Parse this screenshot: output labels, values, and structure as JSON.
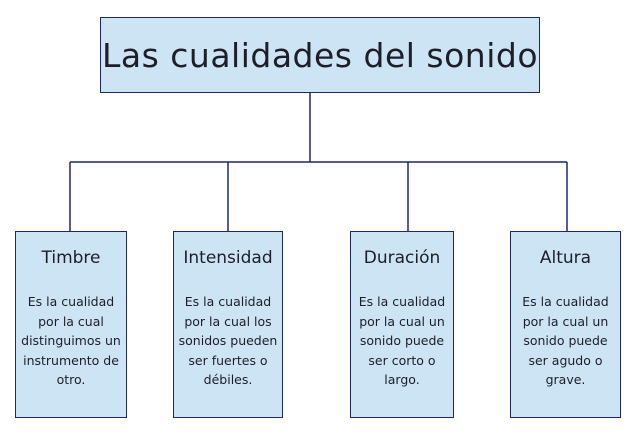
{
  "title": "Las cualidades del sonido",
  "qualities": [
    {
      "name": "Timbre",
      "description": "Es la cualidad por la cual distinguimos un instrumento de otro."
    },
    {
      "name": "Intensidad",
      "description": "Es la cualidad por la cual los sonidos pueden ser fuertes o débiles."
    },
    {
      "name": "Duración",
      "description": "Es la cualidad por la cual un sonido puede ser corto o largo."
    },
    {
      "name": "Altura",
      "description": "Es la cualidad por la cual un sonido puede ser agudo o grave."
    }
  ],
  "colors": {
    "box_fill": "#cce4f3",
    "box_border": "#1f2a63",
    "connector": "#1f2a63",
    "text": "#1e1e2a"
  }
}
